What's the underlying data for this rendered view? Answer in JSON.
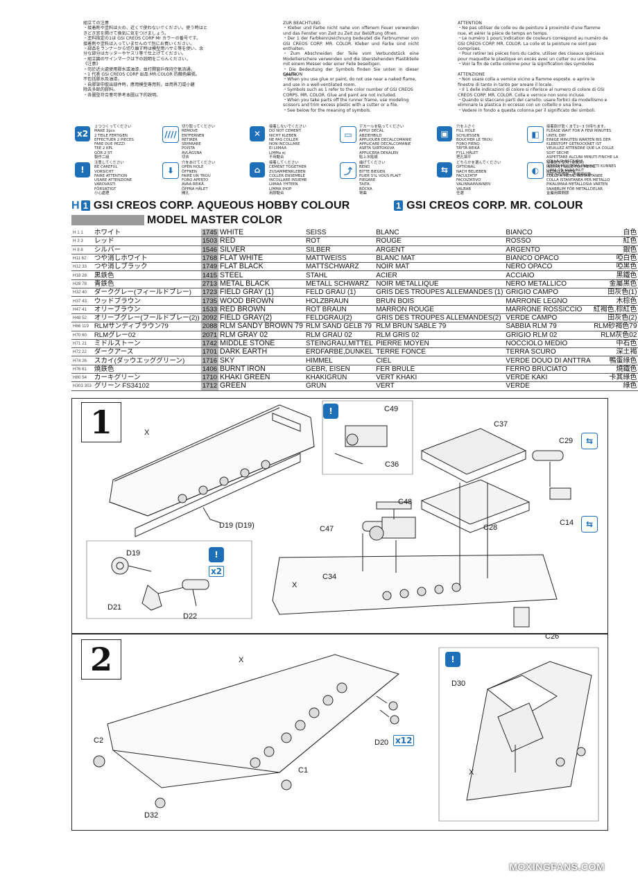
{
  "instructions": {
    "japanese": "組立ての注意\n・接着剤や塗料は火の、近くで使わないでください。使う時はと\nきどき窓を開けて換気に気をつけましょう。\n・塗料指定の1は GSI CREOS CORP Mr カラーの番号です。\n接着剤や塗料は入っていませんので別にお買いください。\n・部品をランナーから切り離す時は模型用ハサミ等を使い、余\n分な部分はカッターやヤスリ等で仕上げてください。\n・組立図のサインマークは下の説明をごらんください。\n《注意》\n・勿於近火處使用膠水或油漆，並打開窗戶保持空氣流通。\n・1 代表 GSI CREOS CORP 出品 MR.COLOR 的顏色編號。\n不包括膠水及油漆。\n・自膠架中取出部件時，應用模型專用剪，並用界刀或小鏟\n除去多餘的膠料。\n・各圖型符合意可參考本圖以下的說明。",
    "german": "ZUR BEACHTUNG\n・Kleber und Farbe nicht nahe von offenem Feuer verwenden und das Fenster von Zeit zu Zeit zur Belüftung öfnen.\n・Der 1 der Farbkennzeichnung bedeutet die Farbnummer von GSI CREOS CORP. MR. COLOR. Kleber und Farbe sind nicht enthalten.\n・Zum Abschneiden der Teile vom Verbundstück eine Modellierschere verwenden und die überstehenden Plastikteile mit einem Messer oder einer Feile beseitigen.\n・Die Bedeutung der Symbols finden Sie unten in dieser Spalte.",
    "english": "CAUTION\n・When you use glue or paint, do not use near a naked flame, and use in a well-ventilated room.\n・Symbols such as 1 refer to the color number of GSI CREOS CORPS. MR. COLOR. Glue and paint are not included.\n・When you take parts off the runner frame, use modeling scissors and trim excess plastic with a cutter or a file.\n・See below for the meaning of symbols.",
    "french": "ATTENTION\n・Ne pas utiliser de colle ou de peinture à proximité d'une flamme nue, et aérer la pièce de temps en temps.\n・Le numéro 1 pourL'indication de couleurs correspond au numéro de GSI CREOS CORP. MR. COLOR. La colle et la peinture ne sont pas comprises.\n・Pour retirer les pièces hors du cadre, utiliser des ciseaux spéciaux pour maquette le plastique en excès avec un cutter ou une lime.\n・Voir la fin de cette colonne pour la signification des symboles",
    "italian": "ATTENZIONE\n・Non usare colla a vernice vicino a fiamme esposte. e aprire le finestre di tanto in tanto per areare il locale.\n・Il 1 delle indicazioni di colore si riferisce al numero di colore di GSI CREOS CORP. MR. COLOR. Colla e vernice non sono incluse.\n・Quando si staccano parti del carrello: usare forbici da modellismo e eliminare la plastica in eccesso con un coltello o una lima.\n・Vedere in fondo a questa colonna per il significato dei simboli."
  },
  "symbols": [
    {
      "icon": "x2-icon",
      "glyph": "x2",
      "text": "２つつくってください\nMAKE 2pcs\n2 TEILE FERTIGEN\nEFFECTUER 2 PIECES\nFARE DUE PEZZI\nTEE 2 KPL\nGÖR 2 ST\n製作二組"
    },
    {
      "icon": "cut-off-icon",
      "glyph": "////",
      "text": "切り取ってください\nREMOVE\nENTFERNEN\nRETIRER\nSEPARARE\nPOISTA\nAVLÄGSNA\n切去"
    },
    {
      "icon": "no-cement-icon",
      "glyph": "✕",
      "text": "接着しないでください\nDO NOT CEMENT\nNICHT KLEBEN\nNE PAS COLLER\nNON INCOLLARE\nEI LIIMAA\nLIMMa ej\n不用黏合"
    },
    {
      "icon": "decal-icon",
      "glyph": "▭",
      "text": "デカールを貼ってください\nAPPLY DECAL\nABZIEHBILD\nAPPLIQUER DECALCOMANIE\nAPPLICARE DECALCOMANIE\nASETA SIIRTOKUVA\nAPPLICERA DEKALEN\n貼上水貼紙"
    },
    {
      "icon": "fill-hole-icon",
      "glyph": "▣",
      "text": "穴をふさぐ\nFILL HOLE\nSCHLIESSEN\nBOUCHER LE TROU\nFORO PIENO\nTÄYTÄ REIKÄ\nFYLL HÅLET\n把孔填平"
    },
    {
      "icon": "glue-dry-icon",
      "glyph": "◧",
      "text": "接着剤が乾くまで2~3 分待ちます。\nPLEASE WAIT FOR A FEW MINUTES UNTIL DRY\nEINIGE MINUTEN WARTEN BIS DER KLEBSTOFF GETROCKNET IST\nVEUILLEZ ATTENDRE QUE LA COLLE SOIT SECHE\nASPETTARE ALCUNI MINUTI FINCHE LA COLLA SI ASCIUGHI\nODOTA MUUTAMA MINUUTTI KUNNES LIIMA ON KUIVUNUT\n待膠水乾燥後，再繼續組裝"
    },
    {
      "icon": "careful-icon",
      "glyph": "!",
      "text": "注意してください\nBE CAREFUL\nVORSICHT\nFAIRE ATTENTION\nUSARE ATTENZIONE\nVAROVASTI\nFÖRSIKTIGT\n小心處理"
    },
    {
      "icon": "open-hole-icon",
      "glyph": "⬇",
      "text": "穴をあけてください\nOPEN HOLE\nÖFFNEN\nFAIRE UN TROU\nFORO APERTO\nAVAA REIKÄ\nÖPPNA HÅLET\n開孔"
    },
    {
      "icon": "cement-together-icon",
      "glyph": "⌂",
      "text": "接着してください\nCEMENT TOGETHER\nZUSAMMENKLEBEN\nCOLLER ENSEMBLE\nINCOLLARE INSIEME\nLIIMAA YHTEEN\nLIMMA IHOP\n用膠黏合"
    },
    {
      "icon": "bend-icon",
      "glyph": "⤴",
      "text": "曲げてください\nBEND\nBITTE BIEGEN\nPLIER S'IL VOUS PLAIT\nPIEGARE\nTAITA\nBÖCKA\n彎曲"
    },
    {
      "icon": "optional-icon",
      "glyph": "⇆",
      "text": "どちらかを選んでください\nOPTIONAL\nNACH BELIEBEN\nFACULTATIF\nFACOLTATIVO\nVALINNAINVAINEN\nVALBAR\n任選"
    },
    {
      "icon": "metal-glue-icon",
      "glyph": "◐",
      "text": "接着剤を使用 (金属用)\nINSTANT GLUE FOR METAL\nMETALLKLEBER\nCOLLE A METAL INSTANTANEE\nCOLLA ISTANTANEA PER METALLO\nPIKALIIMAA METALLOSIA VARTEN\nSNABBLIM FÖR METALLDELAR\n金屬用瞬間膠"
    }
  ],
  "color_title": {
    "h_label": "H",
    "chip": "1",
    "left": "GSI CREOS CORP. AQUEOUS HOBBY COLOUR",
    "right": "GSI CREOS CORP. MR. COLOUR",
    "model_master": "MODEL MASTER COLOR"
  },
  "color_rows": [
    {
      "code": "H 1  1",
      "jp": "ホワイト",
      "mm": "1745",
      "en": "WHITE",
      "de": "SEISS",
      "fr": "BLANC",
      "it": "BIANCO",
      "cn": "白色"
    },
    {
      "code": "H 3  3",
      "jp": "レッド",
      "mm": "1503",
      "en": "RED",
      "de": "ROT",
      "fr": "ROUGE",
      "it": "ROSSO",
      "cn": "紅色"
    },
    {
      "code": "H 8  8",
      "jp": "シルバー",
      "mm": "1546",
      "en": "SILVER",
      "de": "SILBER",
      "fr": "ARGENT",
      "it": "ARGENTO",
      "cn": "銀色"
    },
    {
      "code": "H11 62",
      "jp": "つや消しホワイト",
      "mm": "1768",
      "en": "FLAT WHITE",
      "de": "MATTWEISS",
      "fr": "BLANC MAT",
      "it": "BIANCO OPACO",
      "cn": "啞白色"
    },
    {
      "code": "H12 33",
      "jp": "つや消しブラック",
      "mm": "1749",
      "en": "FLAT BLACK",
      "de": "MATTSCHWARZ",
      "fr": "NOIR MAT",
      "it": "NERO OPACO",
      "cn": "啞黑色"
    },
    {
      "code": "H18 28",
      "jp": "黒鉄色",
      "mm": "1415",
      "en": "STEEL",
      "de": "STAHL",
      "fr": "ACIER",
      "it": "ACCIAIO",
      "cn": "黑鐵色"
    },
    {
      "code": "H28 78",
      "jp": "青鉄色",
      "mm": "2713",
      "en": "METAL BLACK",
      "de": "METALL SCHWARZ",
      "fr": "NOIR MÉTALLIQUE",
      "it": "NERO METALLICO",
      "cn": "金屬黑色"
    },
    {
      "code": "H32 40",
      "jp": "ダークグレー(フィールドブレー)",
      "mm": "1723",
      "en": "FIELD GRAY (1)",
      "de": "FELD GRAU (1)",
      "fr": "GRIS DES TROUPES ALLEMANDES (1)",
      "it": "GRIGIO CAMPO",
      "cn": "田灰色(1)"
    },
    {
      "code": "H37 43",
      "jp": "ウッドブラウン",
      "mm": "1735",
      "en": "WOOD BROWN",
      "de": "HOLZBRAUN",
      "fr": "BRUN BOIS",
      "it": "MARRONE LEGNO",
      "cn": "木棕色"
    },
    {
      "code": "H47 41",
      "jp": "オリーブラウン",
      "mm": "1533",
      "en": "RED BROWN",
      "de": "ROT BRAUN",
      "fr": "MARRON ROUGE",
      "it": "MARRONE ROSSICCIO",
      "cn": "紅褐色,棕紅色"
    },
    {
      "code": "H48 52",
      "jp": "オリーブグレー(フールドブレー(2))",
      "mm": "2092",
      "en": "FIELD GRAY(2)",
      "de": "FELDGRAU(2)",
      "fr": "GRIS DES TROUPES ALLEMANDES(2)",
      "it": "VERDE CAMPO",
      "cn": "田灰色(2)"
    },
    {
      "code": "H66 119",
      "jp": "RLMサンディブラウン79",
      "mm": "2088",
      "en": "RLM SANDY BROWN 79",
      "de": "RLM SAND GELB 79",
      "fr": "RLM BRUN SABLE 79",
      "it": "SABBIA RLM 79",
      "cn": "RLM砂褐色79"
    },
    {
      "code": "H70 60",
      "jp": "RLMグレー02",
      "mm": "2071",
      "en": "RLM GRAY 02",
      "de": "RLM GRAU 02",
      "fr": "RLM GRIS 02",
      "it": "GRIGIO RLM 02",
      "cn": "RLM灰色02"
    },
    {
      "code": "H71 21",
      "jp": "ミドルストーン",
      "mm": "1742",
      "en": "MIDDLE STONE",
      "de": "STEINGRAU,MITTEL",
      "fr": "PIERRE MOYEN",
      "it": "NOCCIOLO MEDIO",
      "cn": "中石色"
    },
    {
      "code": "H72 22",
      "jp": "ダークアース",
      "mm": "1701",
      "en": "DARK EARTH",
      "de": "ERDFARBE,DUNKEL",
      "fr": "TERRE FONCÉ",
      "it": "TERRA SCURO",
      "cn": "深土褐"
    },
    {
      "code": "H74 26",
      "jp": "スカイ(ダッウエッググリーン)",
      "mm": "1716",
      "en": "SKY",
      "de": "HIMMEL",
      "fr": "CIEL",
      "it": "VERDE DOUO DI ANTTRA",
      "cn": "鴨蛋綠色"
    },
    {
      "code": "H76 61",
      "jp": "焼鉄色",
      "mm": "1406",
      "en": "BURNT IRON",
      "de": "GEBR, EISEN",
      "fr": "FER BRULÉ",
      "it": "FERRO BRUCIATO",
      "cn": "燒鐵色"
    },
    {
      "code": "H80 54",
      "jp": "カーキグリーン",
      "mm": "1710",
      "en": "KHAKI GREEN",
      "de": "KHAKIGRÜN",
      "fr": "VERT KHAKI",
      "it": "VERDE KAKI",
      "cn": "卡其綠色"
    },
    {
      "code": "H303 303",
      "jp": "グリーン FS34102",
      "mm": "1712",
      "en": "GREEN",
      "de": "GRÜN",
      "fr": "VERT",
      "it": "VERDE",
      "cn": "綠色"
    }
  ],
  "step1": {
    "number": "1",
    "labels": {
      "x_main": "X",
      "x_lower": "X",
      "d19_main": "D19 (D19)",
      "d19": "D19",
      "d21": "D21",
      "d22": "D22",
      "c49": "C49",
      "c36": "C36",
      "c48": "C48",
      "c47": "C47",
      "c34": "C34",
      "c37": "C37",
      "c29": "C29",
      "c28": "C28",
      "c14": "C14",
      "c26": "C26"
    },
    "mult": "x2"
  },
  "step2": {
    "number": "2",
    "labels": {
      "x_main": "X",
      "x_inset": "X",
      "c2": "C2",
      "c1": "C1",
      "d32": "D32",
      "d20": "D20",
      "d30": "D30"
    },
    "mult": "x12"
  },
  "watermark": "MOXINGFANS.COM",
  "colors": {
    "accent": "#1d6fb8",
    "mm_cell": "#b8b8b8",
    "header_bar": "#9a9a9a"
  }
}
